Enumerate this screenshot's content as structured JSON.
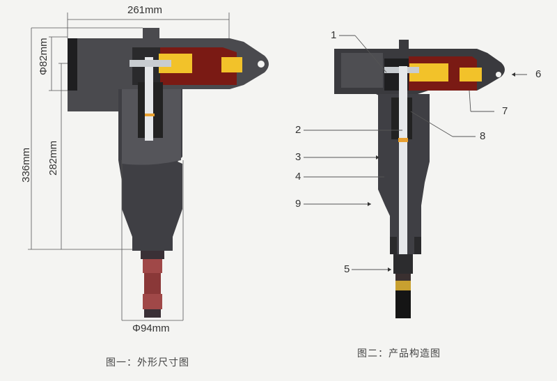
{
  "figure1": {
    "caption": "图一：外形尺寸图",
    "dimensions": {
      "width_top": "261mm",
      "phi_head": "Φ82mm",
      "height_total": "336mm",
      "height_lower": "282mm",
      "phi_bottom": "Φ94mm"
    }
  },
  "figure2": {
    "caption": "图二：产品构造图",
    "callouts": [
      "1",
      "2",
      "3",
      "4",
      "5",
      "6",
      "7",
      "8",
      "9"
    ]
  },
  "colors": {
    "body": "#4a4a4e",
    "body_dark": "#2a2a2c",
    "insert_red": "#7a1a14",
    "contact_yellow": "#f2c22a",
    "conductor_white": "#e6e8ea",
    "cable_red": "#a04040",
    "thread_gold": "#c8a030"
  }
}
